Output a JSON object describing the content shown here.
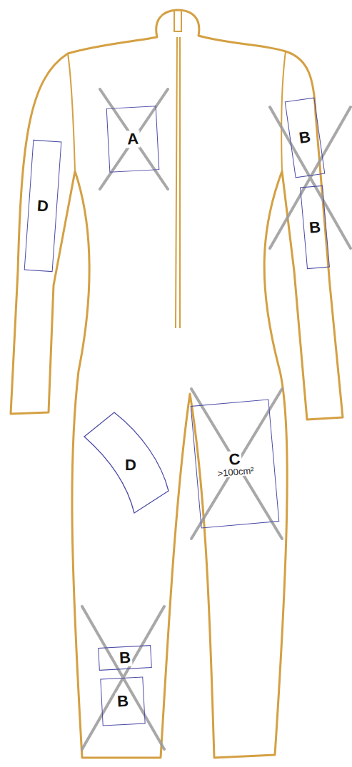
{
  "diagram": {
    "nodes": [
      {
        "text": [
          "A"
        ]
      },
      {
        "text": [
          "B"
        ]
      },
      {
        "text": [
          "D"
        ]
      },
      {
        "text": [
          "B"
        ]
      },
      {
        "text": [
          "D"
        ]
      },
      {
        "text": [
          "C",
          ">100cm²"
        ]
      },
      {
        "text": [
          "B"
        ]
      },
      {
        "text": [
          "B"
        ]
      }
    ]
  }
}
